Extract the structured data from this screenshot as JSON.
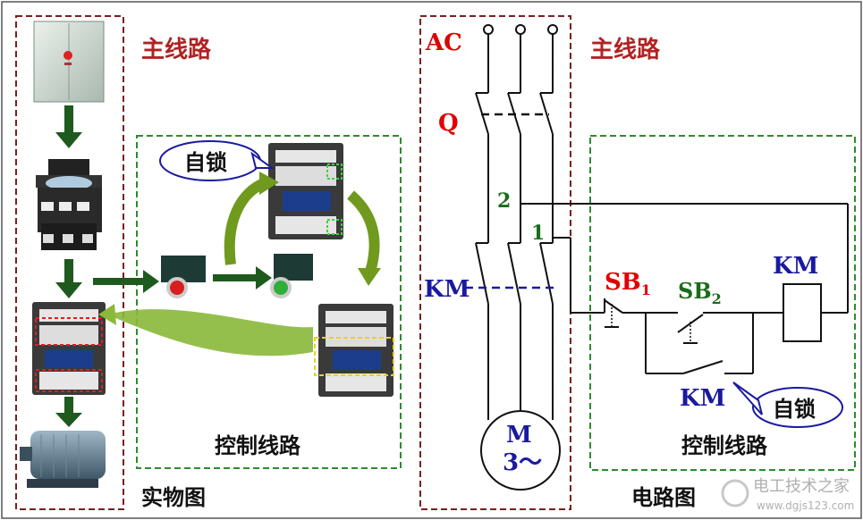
{
  "left_panel": {
    "main_line_label": "主线路",
    "self_lock_label": "自锁",
    "control_line_label": "控制线路",
    "caption": "实物图"
  },
  "right_panel": {
    "ac_label": "AC",
    "q_label": "Q",
    "main_line_label": "主线路",
    "node_2": "2",
    "node_1": "1",
    "km_main_label": "KM",
    "sb1_label": "SB",
    "sb1_sub": "1",
    "sb2_label": "SB",
    "sb2_sub": "2",
    "km_coil_label": "KM",
    "km_aux_label": "KM",
    "self_lock_label": "自锁",
    "motor_m": "M",
    "motor_spec": "3～",
    "control_line_label": "控制线路",
    "caption": "电路图"
  },
  "watermark": {
    "line1": "电工技术之家",
    "line2": "www.dgjs123.com"
  }
}
